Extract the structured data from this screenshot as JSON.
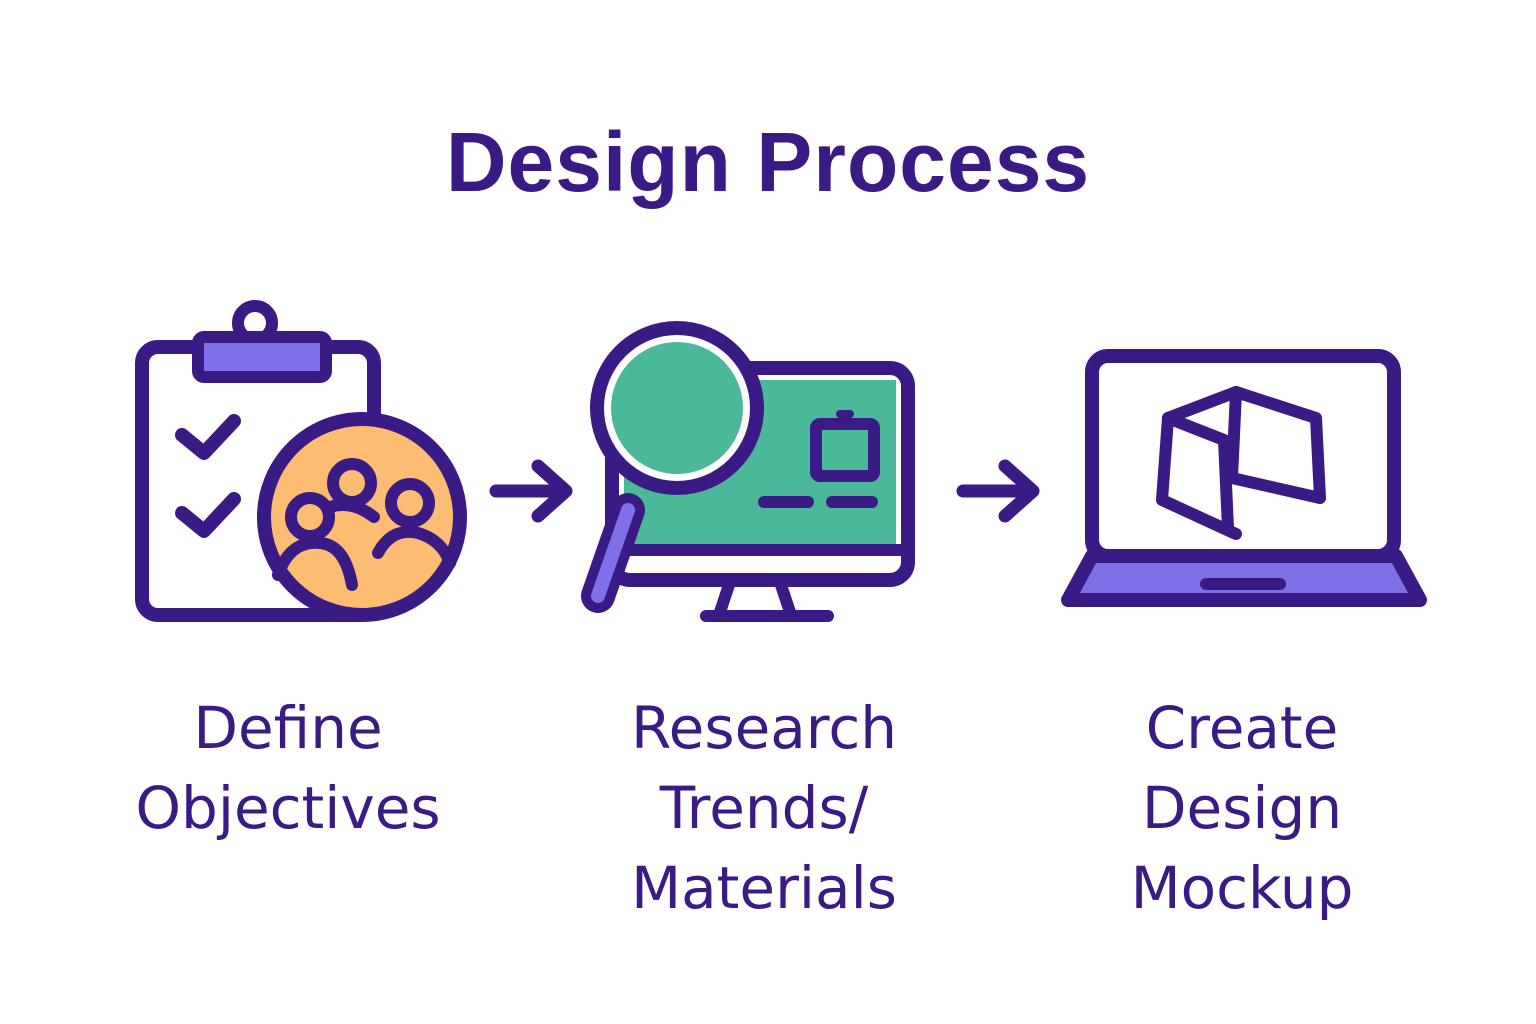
{
  "title": "Design Process",
  "colors": {
    "primary": "#3a1a85",
    "lavender": "#7f6fe8",
    "teal": "#4cb89a",
    "orange": "#fcbc72",
    "background": "#ffffff"
  },
  "steps": [
    {
      "icon": "clipboard-users-icon",
      "label_lines": [
        "Define",
        "Objectives"
      ]
    },
    {
      "icon": "magnifier-monitor-icon",
      "label_lines": [
        "Research",
        "Trends/",
        "Materials"
      ]
    },
    {
      "icon": "laptop-mockup-icon",
      "label_lines": [
        "Create",
        "Design",
        "Mockup"
      ]
    }
  ],
  "connectors": [
    {
      "icon": "arrow-right-icon"
    },
    {
      "icon": "arrow-right-icon"
    }
  ]
}
